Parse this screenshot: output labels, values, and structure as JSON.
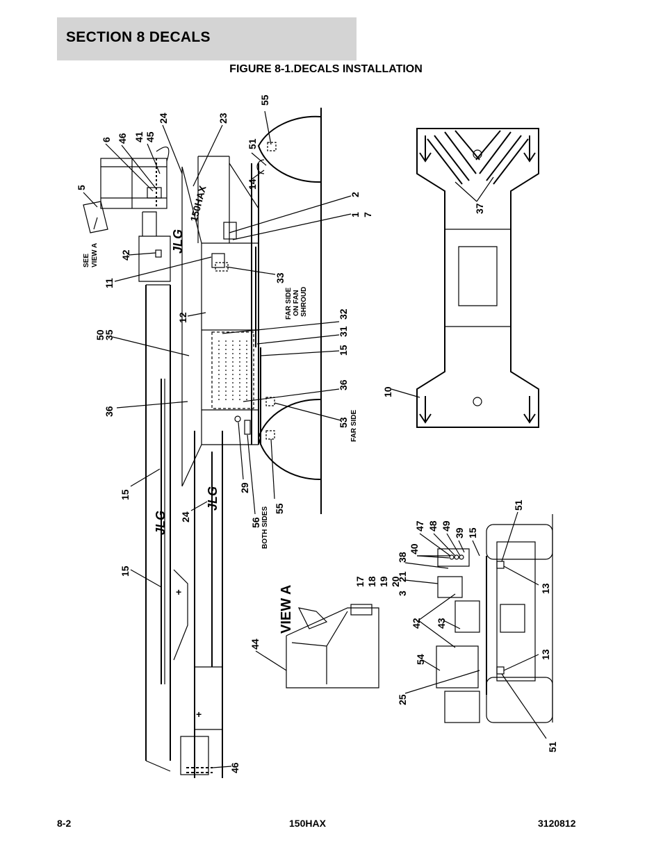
{
  "header": {
    "section_title": "SECTION 8   DECALS"
  },
  "figure": {
    "title": "FIGURE 8-1.DECALS INSTALLATION",
    "callouts": {
      "c55a": "55",
      "c51a": "51",
      "c14": "14",
      "c2": "2",
      "c1": "1",
      "c7": "7",
      "c23": "23",
      "c24a": "24",
      "c6": "6",
      "c46a": "46",
      "c41": "41",
      "c45": "45",
      "c5": "5",
      "c42a": "42",
      "c11": "11",
      "c12": "12",
      "c33": "33",
      "c32": "32",
      "c31": "31",
      "c15a": "15",
      "c50": "50",
      "c35": "35",
      "c36a": "36",
      "c36b": "36",
      "c53": "53",
      "c15b": "15",
      "c24b": "24",
      "c29": "29",
      "c56": "56",
      "c55b": "55",
      "c15c": "15",
      "c44": "44",
      "c46b": "46",
      "c10": "10",
      "c37": "37",
      "c47": "47",
      "c48": "48",
      "c49": "49",
      "c39": "39",
      "c15d": "15",
      "c51b": "51",
      "c40": "40",
      "c17": "17",
      "c18": "18",
      "c19": "19",
      "c20": "20",
      "c3": "3",
      "c21": "21",
      "c38": "38",
      "c42b": "42",
      "c43": "43",
      "c54": "54",
      "c25": "25",
      "c13a": "13",
      "c13b": "13",
      "c51c": "51"
    },
    "notes": {
      "see_view_a_1": "SEE",
      "see_view_a_2": "VIEW A",
      "far_side_fan_1": "FAR SIDE",
      "far_side_fan_2": "ON FAN",
      "far_side_fan_3": "SHROUD",
      "far_side": "FAR SIDE",
      "both_sides": "BOTH SIDES",
      "view_a": "VIEW A",
      "model_decal": "150HAX",
      "brand_logo": "JLG"
    }
  },
  "footer": {
    "page": "8-2",
    "model": "150HAX",
    "doc_number": "3120812"
  }
}
